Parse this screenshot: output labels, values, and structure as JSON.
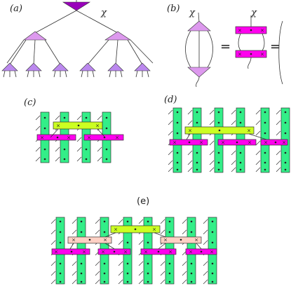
{
  "colors": {
    "green": "#33ee88",
    "magenta": "#ff00ee",
    "lime": "#ccff22",
    "peach": "#ffd0c4",
    "violet_dark": "#9900bb",
    "violet_mid": "#dd99ee",
    "violet_low": "#bb88ee",
    "stroke": "#333333"
  },
  "labels": {
    "a": "(a)",
    "b": "(b)",
    "c": "(c)",
    "d": "(d)",
    "e": "(e)"
  },
  "symbols": {
    "chi": "χ",
    "equals": "="
  },
  "tensor_marks": {
    "dot": "•",
    "cross": "×"
  }
}
